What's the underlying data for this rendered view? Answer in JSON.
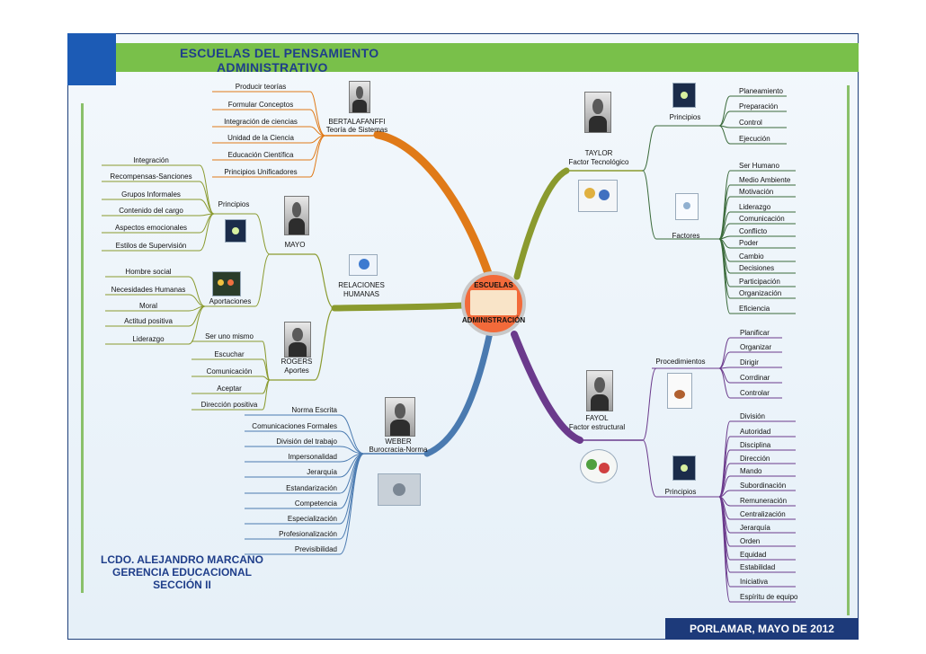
{
  "title": {
    "line1": "ESCUELAS DEL PENSAMIENTO",
    "line2": "ADMINISTRATIVO"
  },
  "center": {
    "top": "ESCUELAS",
    "bottom": "ADMINISTRACIÓN"
  },
  "bertalanffy": {
    "name": "BERTALAFANFFI",
    "subtitle": "Teoría de Sistemas",
    "items": [
      "Producir teorías",
      "Formular Conceptos",
      "Integración de ciencias",
      "Unidad de la Ciencia",
      "Educación Científica",
      "Principios Unificadores"
    ]
  },
  "relaciones": {
    "line1": "RELACIONES",
    "line2": "HUMANAS"
  },
  "mayo": {
    "name": "MAYO",
    "principios_label": "Principios",
    "principios": [
      "Integración",
      "Recompensas-Sanciones",
      "Grupos Informales",
      "Contenido del cargo",
      "Aspectos emocionales",
      "Estilos de Supervisión"
    ],
    "aportaciones_label": "Aportaciones",
    "aportaciones": [
      "Hombre social",
      "Necesidades Humanas",
      "Moral",
      "Actitud positiva",
      "Liderazgo"
    ]
  },
  "rogers": {
    "name": "ROGERS",
    "subtitle": "Aportes",
    "items": [
      "Ser uno mismo",
      "Escuchar",
      "Comunicación",
      "Aceptar",
      "Dirección positiva"
    ]
  },
  "weber": {
    "name": "WEBER",
    "subtitle": "Burocracia-Norma",
    "items": [
      "Norma Escrita",
      "Comunicaciones Formales",
      "División del trabajo",
      "Impersonalidad",
      "Jerarquía",
      "Estandarización",
      "Competencia",
      "Especialización",
      "Profesionalización",
      "Previsibilidad"
    ]
  },
  "taylor": {
    "name": "TAYLOR",
    "subtitle": "Factor Tecnológico",
    "principios_label": "Principios",
    "principios": [
      "Planeamiento",
      "Preparación",
      "Control",
      "Ejecución"
    ],
    "factores_label": "Factores",
    "factores": [
      "Ser Humano",
      "Medio Ambiente",
      "Motivación",
      "Liderazgo",
      "Comunicación",
      "Conflicto",
      "Poder",
      "Cambio",
      "Decisiones",
      "Participación",
      "Organización",
      "Eficiencia"
    ]
  },
  "fayol": {
    "name": "FAYOL",
    "subtitle": "Factor estructural",
    "procedimientos_label": "Procedimientos",
    "procedimientos": [
      "Planificar",
      "Organizar",
      "Dirigir",
      "Corrdinar",
      "Controlar"
    ],
    "principios_label": "Principios",
    "principios": [
      "División",
      "Autoridad",
      "Disciplina",
      "Dirección",
      "Mando",
      "Subordinación",
      "Remuneración",
      "Centralización",
      "Jerarquía",
      "Orden",
      "Equidad",
      "Estabilidad",
      "Iniciativa",
      "Espíritu de equipo"
    ]
  },
  "author": {
    "line1": "LCDO. ALEJANDRO MARCANO",
    "line2": "GERENCIA EDUCACIONAL",
    "line3": "SECCIÓN II"
  },
  "footer": "PORLAMAR, MAYO DE 2012",
  "colors": {
    "green": "#79c04a",
    "navy": "#1d3a7a",
    "blue": "#1c5bb5",
    "orange": "#e07a18",
    "olive": "#8a9a2e",
    "purple": "#6b3a8c",
    "steel": "#4a7ab0"
  }
}
